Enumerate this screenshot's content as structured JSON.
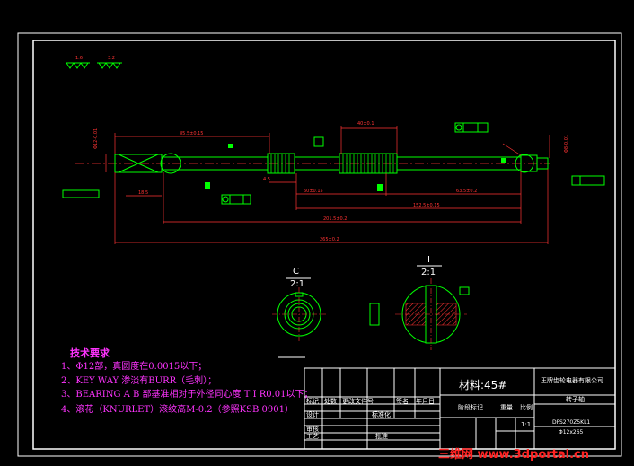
{
  "colors": {
    "background": "#000000",
    "border": "#ffffff",
    "part": "#00ff00",
    "dimension": "#ff3333",
    "centerline": "#ff3333",
    "annotation": "#ff33ff",
    "hatch": "#ff3333",
    "watermark": "#ff2222"
  },
  "views": {
    "section_c": {
      "label": "C",
      "scale": "2:1"
    },
    "detail_i": {
      "label": "I",
      "scale": "2:1"
    }
  },
  "notes": {
    "title": "技术要求",
    "items": [
      "1、Φ12部，真圆度在0.0015以下；",
      "2、KEY WAY 渗淡有BURR（毛刺）；",
      "3、BEARING A B 部基准相对于外径同心度 T I R0.01以下；",
      "4、滚花（KNURLET）滚纹高M-0.2（参照KSB 0901）"
    ]
  },
  "title_block": {
    "material": "材料:45#",
    "company": "王牌齿轮电器有限公司",
    "part_name": "转子轴",
    "drawing_no": "DFS270Z5KL1",
    "spec": "Φ12x265",
    "scale_header": "比例",
    "scale_value": "1:1",
    "weight_header": "重量",
    "stage_mark_header": "阶段标记",
    "revision_headers": [
      "标记",
      "处数",
      "更改文件号",
      "签名",
      "年月日"
    ],
    "rows": {
      "design": "设计",
      "check": "审核",
      "process": "工艺",
      "standardization": "标准化",
      "approve": "批准"
    }
  },
  "watermark": "三维网 www.3dportal.cn"
}
